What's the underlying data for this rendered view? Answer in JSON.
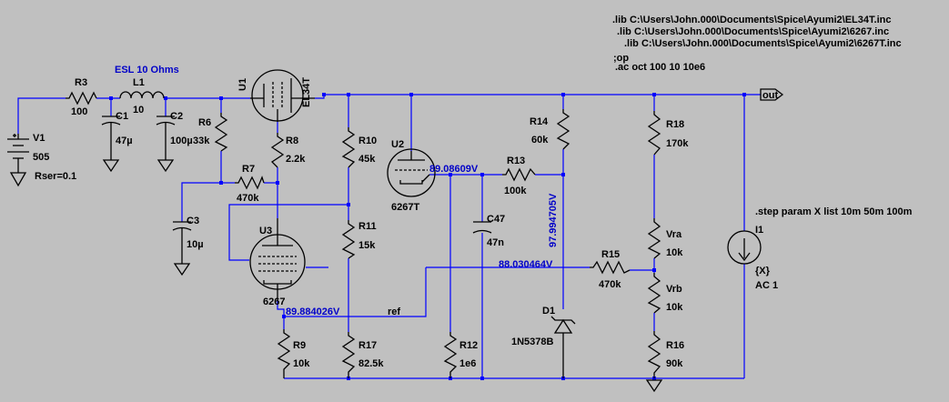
{
  "directives": {
    "lib1": ".lib C:\\Users\\John.000\\Documents\\Spice\\Ayumi2\\EL34T.inc",
    "lib2": ".lib C:\\Users\\John.000\\Documents\\Spice\\Ayumi2\\6267.inc",
    "lib3": ".lib C:\\Users\\John.000\\Documents\\Spice\\Ayumi2\\6267T.inc",
    "op": ";op",
    "ac": ".ac oct 100 10 10e6",
    "step": ".step param X list 10m 50m 100m"
  },
  "components": {
    "V1": {
      "name": "V1",
      "value": "505",
      "extra": "Rser=0.1"
    },
    "R3": {
      "name": "R3",
      "value": "100"
    },
    "L1": {
      "name": "L1",
      "value": "10",
      "note": "ESL 10 Ohms"
    },
    "C1": {
      "name": "C1",
      "value": "47µ"
    },
    "C2": {
      "name": "C2",
      "value": "100µ"
    },
    "R6": {
      "name": "R6",
      "value": "33k"
    },
    "U1": {
      "name": "U1",
      "value": "EL34T"
    },
    "R8": {
      "name": "R8",
      "value": "2.2k"
    },
    "R7": {
      "name": "R7",
      "value": "470k"
    },
    "C3": {
      "name": "C3",
      "value": "10µ"
    },
    "U3": {
      "name": "U3",
      "value": "6267"
    },
    "R10": {
      "name": "R10",
      "value": "45k"
    },
    "R11": {
      "name": "R11",
      "value": "15k"
    },
    "U2": {
      "name": "U2",
      "value": "6267T"
    },
    "C47": {
      "name": "C47",
      "value": "47n"
    },
    "R13": {
      "name": "R13",
      "value": "100k"
    },
    "R14": {
      "name": "R14",
      "value": "60k"
    },
    "R15": {
      "name": "R15",
      "value": "470k"
    },
    "D1": {
      "name": "D1",
      "value": "1N5378B"
    },
    "R9": {
      "name": "R9",
      "value": "10k"
    },
    "R17": {
      "name": "R17",
      "value": "82.5k"
    },
    "R12": {
      "name": "R12",
      "value": "1e6"
    },
    "R18": {
      "name": "R18",
      "value": "170k"
    },
    "Vra": {
      "name": "Vra",
      "value": "10k"
    },
    "Vrb": {
      "name": "Vrb",
      "value": "10k"
    },
    "R16": {
      "name": "R16",
      "value": "90k"
    },
    "I1": {
      "name": "I1",
      "value": "{X}",
      "extra": "AC 1"
    }
  },
  "voltages": {
    "v_u2_cath": "89.08609V",
    "v_zener": "97.994705V",
    "v_mid": "88.030464V",
    "v_u3_cath": "89.884026V"
  },
  "nets": {
    "ref": "ref",
    "out": "out"
  }
}
